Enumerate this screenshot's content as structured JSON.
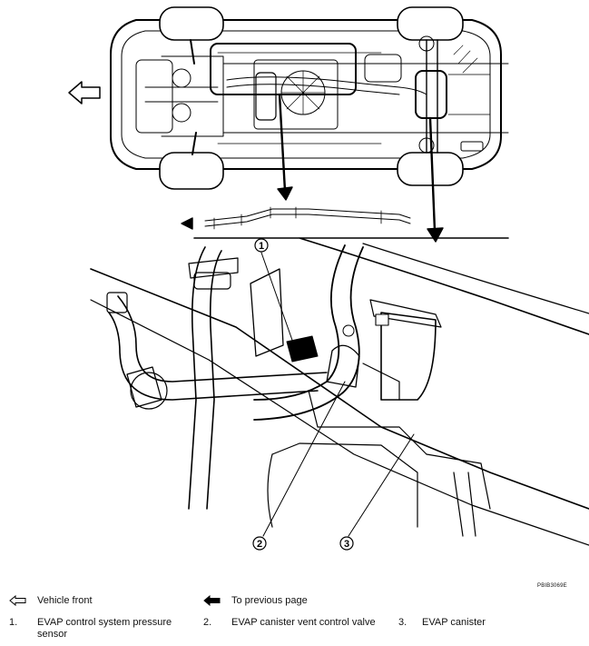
{
  "figure_code": "PBIB3069E",
  "callouts": [
    {
      "num": "1"
    },
    {
      "num": "2"
    },
    {
      "num": "3"
    }
  ],
  "legend": {
    "vehicle_front": "Vehicle front",
    "previous_page": "To previous page",
    "items": [
      {
        "num": "1.",
        "text": "EVAP control system pressure sensor"
      },
      {
        "num": "2.",
        "text": "EVAP canister vent control valve"
      },
      {
        "num": "3.",
        "text": "EVAP canister"
      }
    ]
  },
  "icons": {
    "vehicle_front": "hollow-arrow-left-icon",
    "previous_page": "solid-arrow-left-icon"
  },
  "colors": {
    "line": "#000000",
    "background": "#ffffff"
  }
}
